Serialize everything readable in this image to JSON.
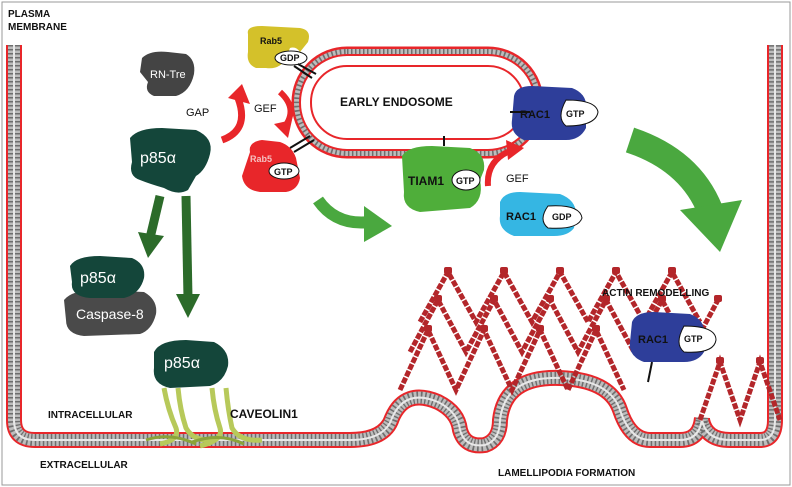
{
  "labels": {
    "plasma_membrane": [
      "PLASMA",
      "MEMBRANE"
    ],
    "early_endosome": "EARLY ENDOSOME",
    "actin_remodelling": "ACTIN REMODELLING",
    "lamellipodia_formation": "LAMELLIPODIA FORMATION",
    "intracellular": "INTRACELLULAR",
    "extracellular": "EXTRACELLULAR",
    "caveolin1": "CAVEOLIN1",
    "gap": "GAP",
    "gef_left": "GEF",
    "gef_right": "GEF"
  },
  "proteins": {
    "rn_tre": "RN-Tre",
    "p85_top": "p85α",
    "p85_complex": "p85α",
    "caspase8": "Caspase-8",
    "p85_caveolin": "p85α",
    "rab5_gdp": {
      "name": "Rab5",
      "nucleotide": "GDP"
    },
    "rab5_gtp": {
      "name": "Rab5",
      "nucleotide": "GTP"
    },
    "tiam1": {
      "name": "TIAM1",
      "nucleotide": "GTP"
    },
    "rac1_endosome": {
      "name": "RAC1",
      "nucleotide": "GTP"
    },
    "rac1_gdp": {
      "name": "RAC1",
      "nucleotide": "GDP"
    },
    "rac1_actin": {
      "name": "RAC1",
      "nucleotide": "GTP"
    }
  },
  "colors": {
    "membrane_red": "#e8262a",
    "membrane_gray": "#8a8a8a",
    "p85": "#14463a",
    "rn_tre": "#444444",
    "caspase": "#4a4a4a",
    "rab5_gdp": "#d4c12a",
    "rab5_gtp": "#e8262a",
    "tiam1": "#4fae3a",
    "rac1_dark": "#2e3e9a",
    "rac1_light": "#35b6e3",
    "arrow_green": "#4aa83f",
    "arrow_dark_green": "#2c6b2a",
    "arrow_red": "#e8262a",
    "actin": "#b3262a",
    "caveolin": "#b7c95a"
  }
}
